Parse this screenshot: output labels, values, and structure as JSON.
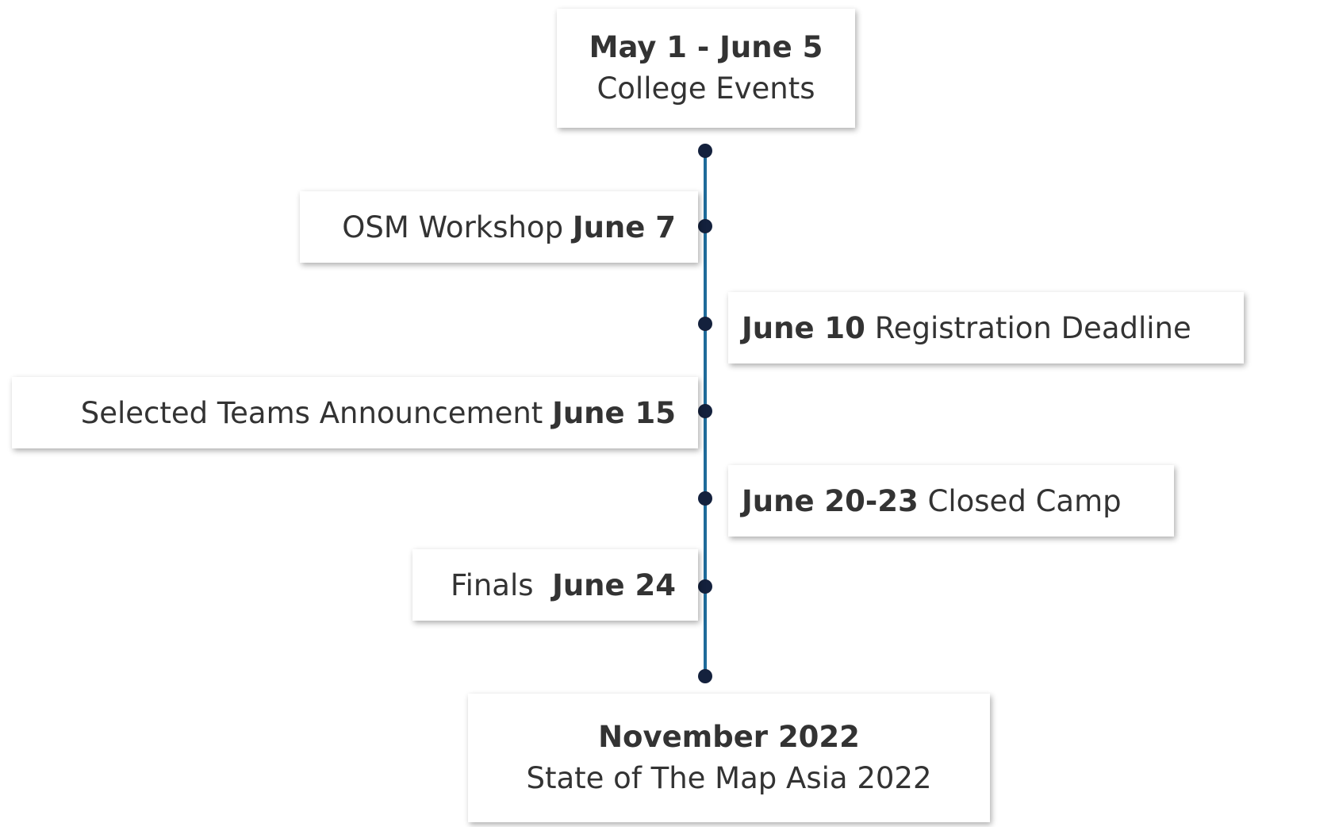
{
  "top_box": {
    "date": "May 1 - June 5",
    "title": "College Events"
  },
  "events": [
    {
      "text": "OSM Workshop",
      "date": "June 7"
    },
    {
      "date": "June 10",
      "text": "Registration Deadline"
    },
    {
      "text": "Selected Teams Announcement",
      "date": "June 15"
    },
    {
      "date": "June 20-23",
      "text": "Closed Camp"
    },
    {
      "text": "Finals",
      "date": "June 24"
    }
  ],
  "bottom_box": {
    "date": "November 2022",
    "title": "State of The Map Asia 2022"
  },
  "colors": {
    "line": "#1f6b9a",
    "dot": "#14213d",
    "text": "#333333"
  }
}
